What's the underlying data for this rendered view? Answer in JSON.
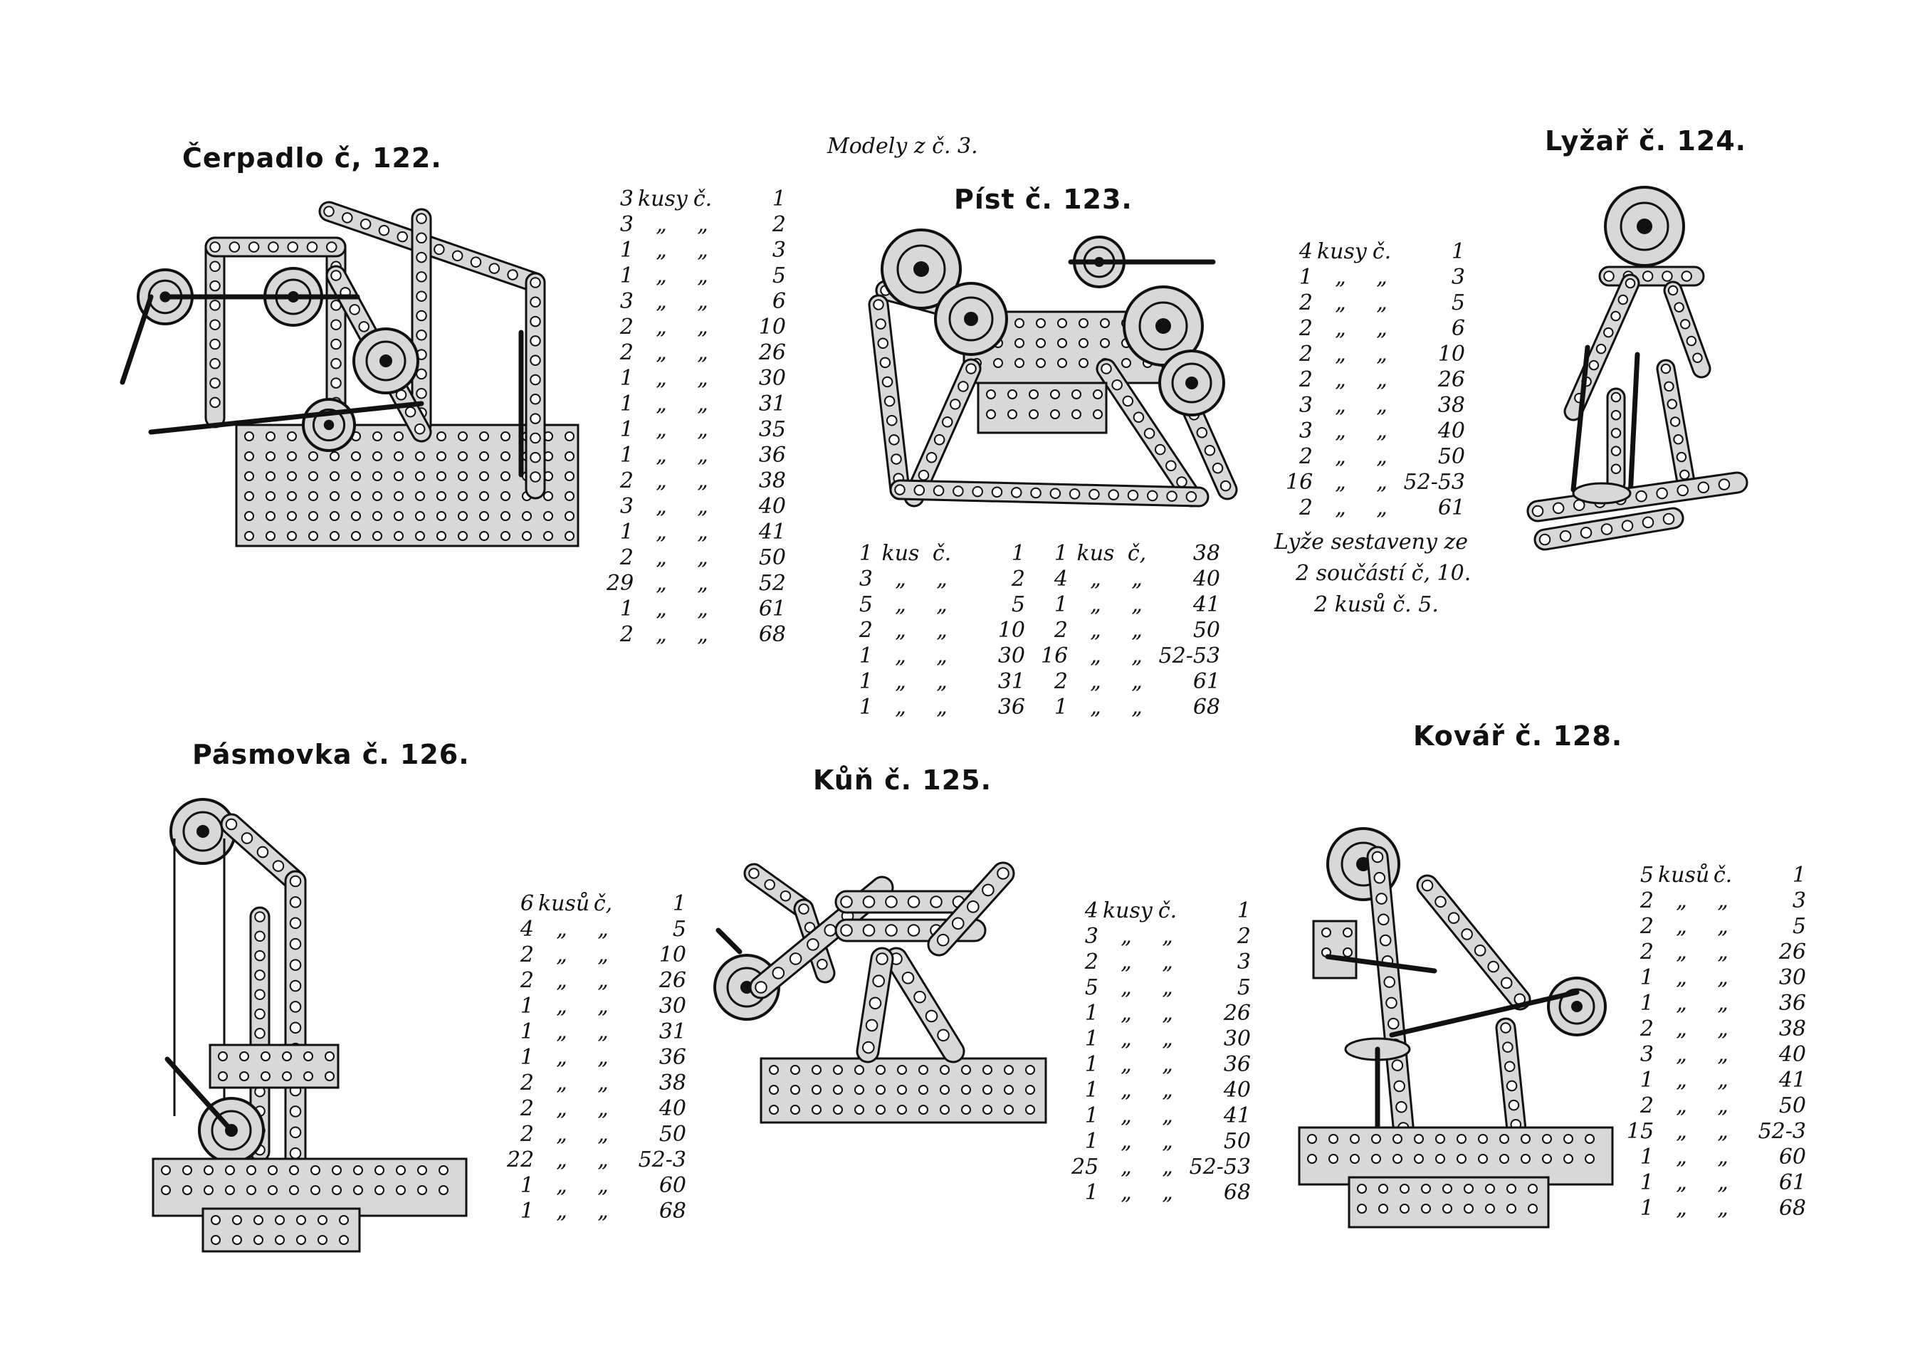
{
  "header": {
    "series_title": "Modely z č. 3."
  },
  "models": {
    "m122": {
      "title": "Čerpadlo č, 122.",
      "parts": [
        [
          "3",
          "kusy",
          "č.",
          "1"
        ],
        [
          "3",
          "„",
          "„",
          "2"
        ],
        [
          "1",
          "„",
          "„",
          "3"
        ],
        [
          "1",
          "„",
          "„",
          "5"
        ],
        [
          "3",
          "„",
          "„",
          "6"
        ],
        [
          "2",
          "„",
          "„",
          "10"
        ],
        [
          "2",
          "„",
          "„",
          "26"
        ],
        [
          "1",
          "„",
          "„",
          "30"
        ],
        [
          "1",
          "„",
          "„",
          "31"
        ],
        [
          "1",
          "„",
          "„",
          "35"
        ],
        [
          "1",
          "„",
          "„",
          "36"
        ],
        [
          "2",
          "„",
          "„",
          "38"
        ],
        [
          "3",
          "„",
          "„",
          "40"
        ],
        [
          "1",
          "„",
          "„",
          "41"
        ],
        [
          "2",
          "„",
          "„",
          "50"
        ],
        [
          "29",
          "„",
          "„",
          "52"
        ],
        [
          "1",
          "„",
          "„",
          "61"
        ],
        [
          "2",
          "„",
          "„",
          "68"
        ]
      ]
    },
    "m123": {
      "title": "Píst č. 123.",
      "parts_left": [
        [
          "1",
          "kus",
          "č.",
          "1"
        ],
        [
          "3",
          "„",
          "„",
          "2"
        ],
        [
          "5",
          "„",
          "„",
          "5"
        ],
        [
          "2",
          "„",
          "„",
          "10"
        ],
        [
          "1",
          "„",
          "„",
          "30"
        ],
        [
          "1",
          "„",
          "„",
          "31"
        ],
        [
          "1",
          "„",
          "„",
          "36"
        ]
      ],
      "parts_right": [
        [
          "1",
          "kus",
          "č,",
          "38"
        ],
        [
          "4",
          "„",
          "„",
          "40"
        ],
        [
          "1",
          "„",
          "„",
          "41"
        ],
        [
          "2",
          "„",
          "„",
          "50"
        ],
        [
          "16",
          "„",
          "„",
          "52-53"
        ],
        [
          "2",
          "„",
          "„",
          "61"
        ],
        [
          "1",
          "„",
          "„",
          "68"
        ]
      ]
    },
    "m124": {
      "title": "Lyžař č. 124.",
      "parts": [
        [
          "4",
          "kusy",
          "č.",
          "1"
        ],
        [
          "1",
          "„",
          "„",
          "3"
        ],
        [
          "2",
          "„",
          "„",
          "5"
        ],
        [
          "2",
          "„",
          "„",
          "6"
        ],
        [
          "2",
          "„",
          "„",
          "10"
        ],
        [
          "2",
          "„",
          "„",
          "26"
        ],
        [
          "3",
          "„",
          "„",
          "38"
        ],
        [
          "3",
          "„",
          "„",
          "40"
        ],
        [
          "2",
          "„",
          "„",
          "50"
        ],
        [
          "16",
          "„",
          "„",
          "52-53"
        ],
        [
          "2",
          "„",
          "„",
          "61"
        ]
      ],
      "notes": [
        "Lyže sestaveny ze",
        "2 součástí č, 10.",
        "2 kusů č. 5."
      ]
    },
    "m126": {
      "title": "Pásmovka č. 126.",
      "parts": [
        [
          "6",
          "kusů",
          "č,",
          "1"
        ],
        [
          "4",
          "„",
          "„",
          "5"
        ],
        [
          "2",
          "„",
          "„",
          "10"
        ],
        [
          "2",
          "„",
          "„",
          "26"
        ],
        [
          "1",
          "„",
          "„",
          "30"
        ],
        [
          "1",
          "„",
          "„",
          "31"
        ],
        [
          "1",
          "„",
          "„",
          "36"
        ],
        [
          "2",
          "„",
          "„",
          "38"
        ],
        [
          "2",
          "„",
          "„",
          "40"
        ],
        [
          "2",
          "„",
          "„",
          "50"
        ],
        [
          "22",
          "„",
          "„",
          "52-3"
        ],
        [
          "1",
          "„",
          "„",
          "60"
        ],
        [
          "1",
          "„",
          "„",
          "68"
        ]
      ]
    },
    "m125": {
      "title": "Kůň č. 125.",
      "parts": [
        [
          "4",
          "kusy",
          "č.",
          "1"
        ],
        [
          "3",
          "„",
          "„",
          "2"
        ],
        [
          "2",
          "„",
          "„",
          "3"
        ],
        [
          "5",
          "„",
          "„",
          "5"
        ],
        [
          "1",
          "„",
          "„",
          "26"
        ],
        [
          "1",
          "„",
          "„",
          "30"
        ],
        [
          "1",
          "„",
          "„",
          "36"
        ],
        [
          "1",
          "„",
          "„",
          "40"
        ],
        [
          "1",
          "„",
          "„",
          "41"
        ],
        [
          "1",
          "„",
          "„",
          "50"
        ],
        [
          "25",
          "„",
          "„",
          "52-53"
        ],
        [
          "1",
          "„",
          "„",
          "68"
        ]
      ]
    },
    "m128": {
      "title": "Kovář č. 128.",
      "parts": [
        [
          "5",
          "kusů",
          "č.",
          "1"
        ],
        [
          "2",
          "„",
          "„",
          "3"
        ],
        [
          "2",
          "„",
          "„",
          "5"
        ],
        [
          "2",
          "„",
          "„",
          "26"
        ],
        [
          "1",
          "„",
          "„",
          "30"
        ],
        [
          "1",
          "„",
          "„",
          "36"
        ],
        [
          "2",
          "„",
          "„",
          "38"
        ],
        [
          "3",
          "„",
          "„",
          "40"
        ],
        [
          "1",
          "„",
          "„",
          "41"
        ],
        [
          "2",
          "„",
          "„",
          "50"
        ],
        [
          "15",
          "„",
          "„",
          "52-3"
        ],
        [
          "1",
          "„",
          "„",
          "60"
        ],
        [
          "1",
          "„",
          "„",
          "61"
        ],
        [
          "1",
          "„",
          "„",
          "68"
        ]
      ]
    }
  },
  "colors": {
    "ink": "#111111",
    "metal": "#d8d8d8",
    "paper": "#ffffff"
  }
}
